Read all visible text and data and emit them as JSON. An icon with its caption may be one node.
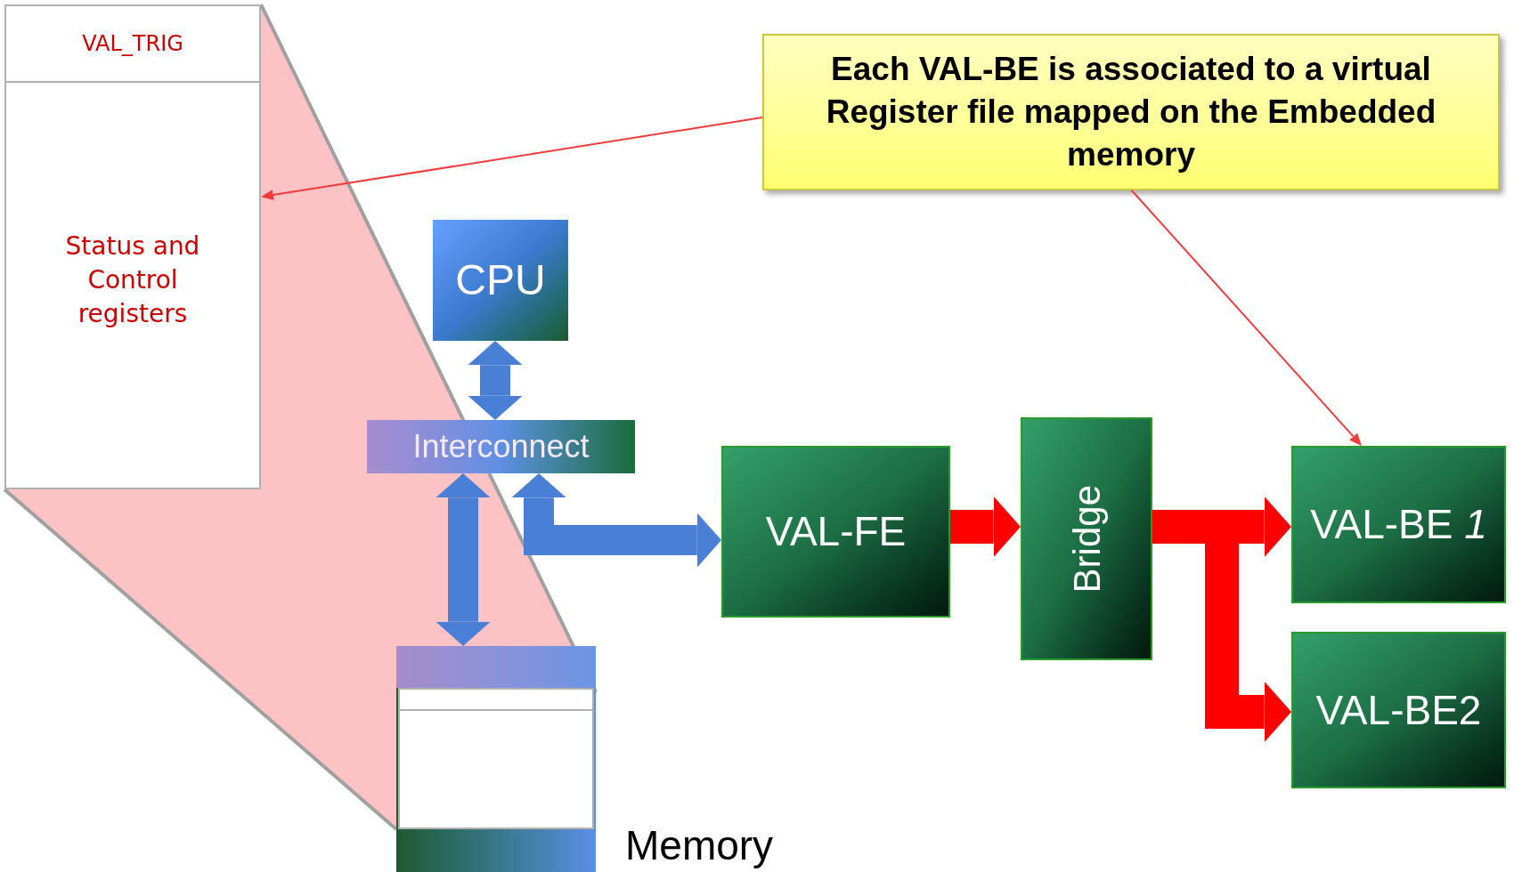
{
  "diagram": {
    "nodes": [
      {
        "text": [
          "VAL_TRIG",
          "Status and Control registers"
        ]
      },
      {
        "text": [
          "CPU"
        ]
      },
      {
        "text": [
          "Interconnect"
        ]
      },
      {
        "text": [
          "Memory"
        ]
      },
      {
        "text": [
          "VAL-FE"
        ]
      },
      {
        "text": [
          "Bridge"
        ]
      },
      {
        "text": [
          "VAL-BE *1*"
        ]
      },
      {
        "text": [
          "VAL-BE2"
        ]
      },
      {
        "text": [
          "Each VAL-BE is associated to a virtual Register file mapped on the Embedded memory"
        ]
      }
    ],
    "edges": [
      {
        "from": 1,
        "to": 2,
        "arrow": "both",
        "color": "#4a7fd6"
      },
      {
        "from": 2,
        "to": 3,
        "arrow": "both",
        "color": "#4a7fd6"
      },
      {
        "from": 2,
        "to": 4,
        "arrow": "both",
        "color": "#4a7fd6"
      },
      {
        "from": 4,
        "to": 5,
        "arrow": "to",
        "color": "#ff0000"
      },
      {
        "from": 5,
        "to": 6,
        "arrow": "to",
        "color": "#ff0000"
      },
      {
        "from": 5,
        "to": 7,
        "arrow": "to",
        "color": "#ff0000"
      },
      {
        "from": 8,
        "to": 0,
        "arrow": "to",
        "color": "#f03c3c"
      },
      {
        "from": 8,
        "to": 6,
        "arrow": "to",
        "color": "#f03c3c"
      }
    ]
  }
}
